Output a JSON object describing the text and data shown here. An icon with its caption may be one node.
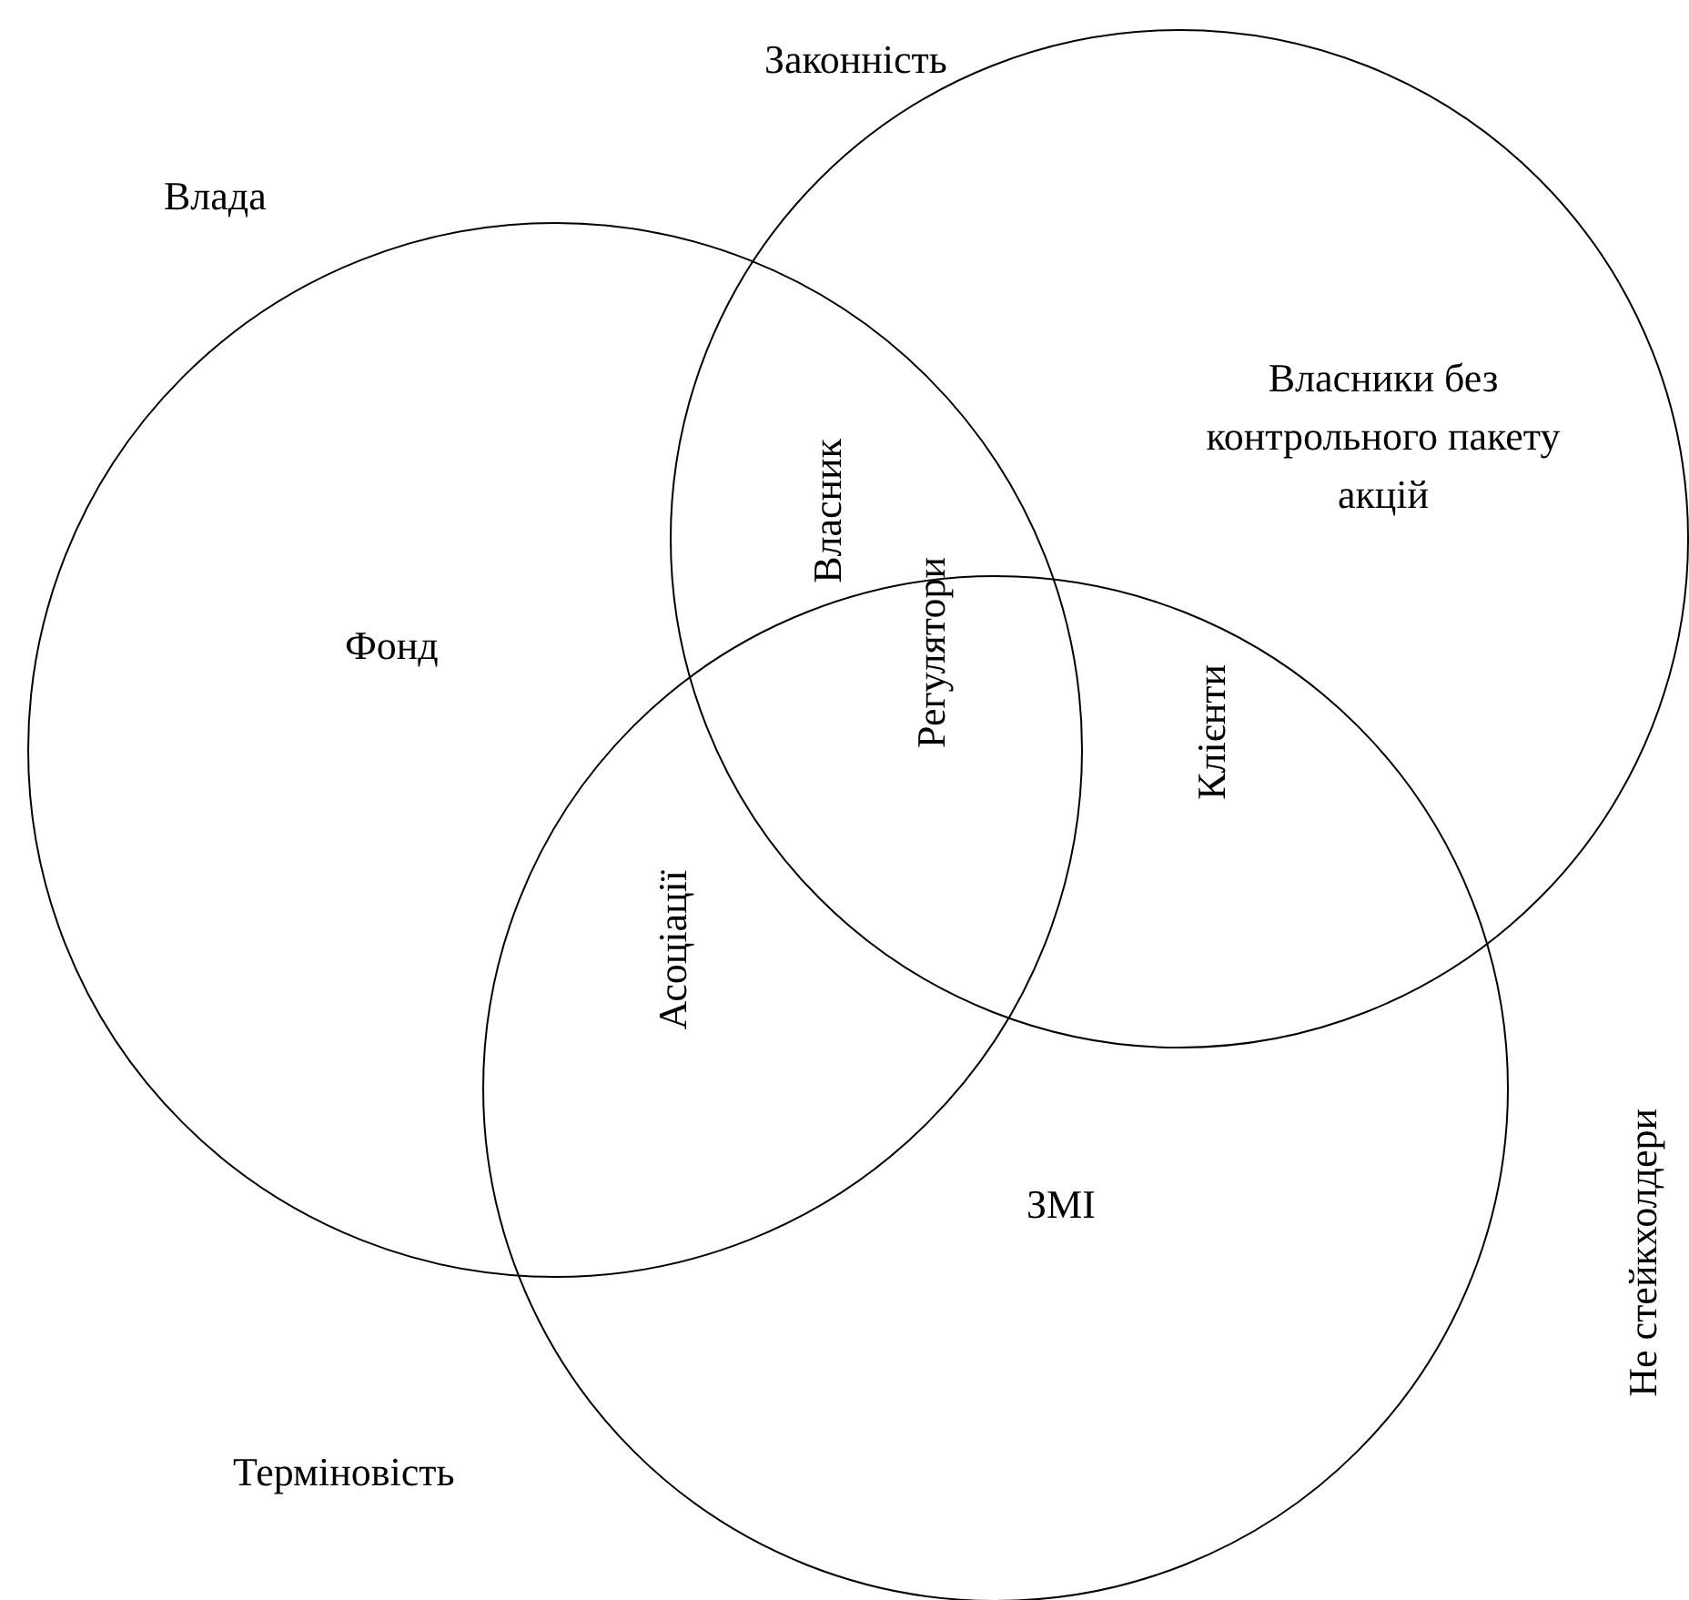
{
  "diagram": {
    "nodes": [
      {
        "text": [
          "Влада"
        ]
      },
      {
        "text": [
          "Законність"
        ]
      },
      {
        "text": [
          "Терміновість"
        ]
      }
    ],
    "labels": [
      "Власники без контрольного пакету акцій",
      "Фонд",
      "Власник",
      "Регулятори",
      "Клієнти",
      "Асоціації",
      "ЗМІ",
      "Не стейкхолдери"
    ]
  }
}
